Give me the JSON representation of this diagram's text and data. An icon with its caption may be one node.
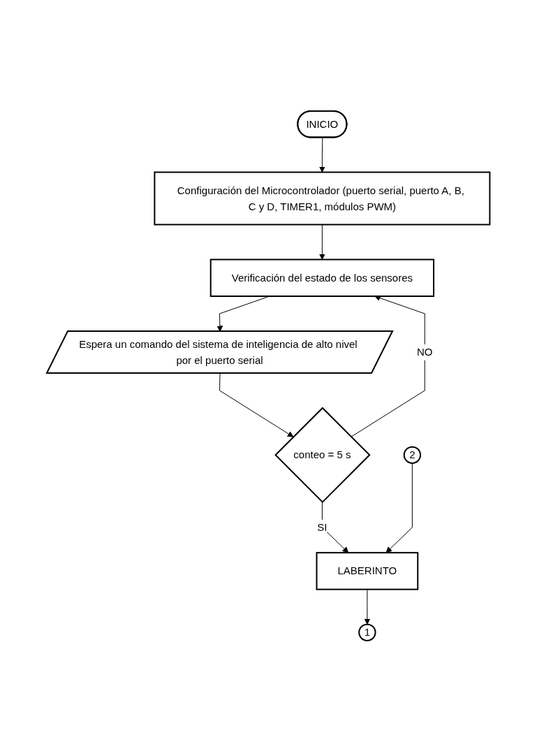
{
  "diagram": {
    "nodes": [
      {
        "text": [
          "INICIO"
        ]
      },
      {
        "text": [
          "Configuración del Microcontrolador (puerto serial, puerto A, B, C y D, TIMER1, módulos PWM)"
        ]
      },
      {
        "text": [
          "Verificación del estado de los sensores"
        ]
      },
      {
        "text": [
          "Espera un comando del sistema de inteligencia de alto nivel por el puerto serial"
        ]
      },
      {
        "text": [
          "conteo = 5 s"
        ]
      },
      {
        "text": [
          "LABERINTO"
        ]
      },
      {
        "text": [
          "2"
        ]
      },
      {
        "text": [
          "1"
        ]
      }
    ],
    "edges": [
      {
        "from": 0,
        "to": 1,
        "arrow": "to"
      },
      {
        "from": 1,
        "to": 2,
        "arrow": "to"
      },
      {
        "from": 2,
        "to": 3,
        "arrow": "to"
      },
      {
        "from": 3,
        "to": 4,
        "arrow": "to"
      },
      {
        "from": 4,
        "to": 2,
        "arrow": "to",
        "label": "NO"
      },
      {
        "from": 4,
        "to": 5,
        "arrow": "to",
        "label": "SI"
      },
      {
        "from": 6,
        "to": 5,
        "arrow": "to"
      },
      {
        "from": 5,
        "to": 7,
        "arrow": "to"
      }
    ]
  }
}
